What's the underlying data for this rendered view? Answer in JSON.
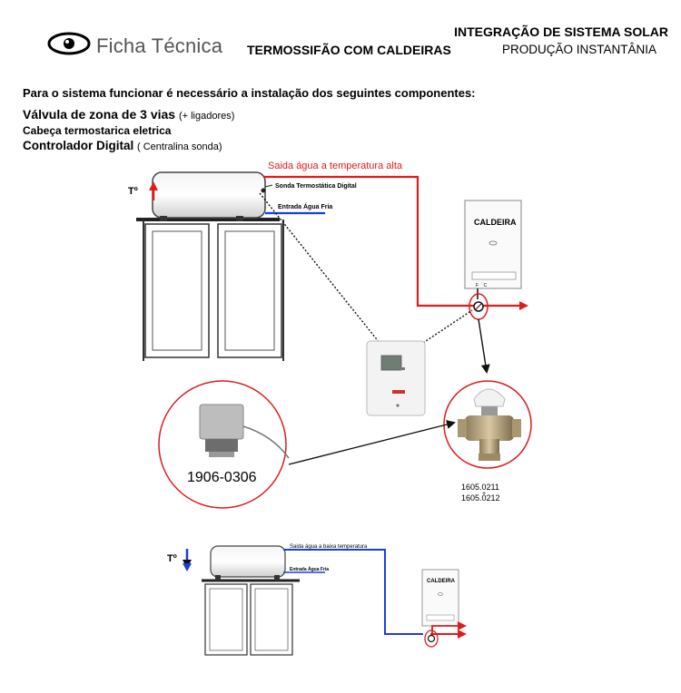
{
  "header": {
    "logo_text": "Ficha Técnica",
    "title_line1": "INTEGRAÇÃO DE SISTEMA SOLAR",
    "title_line2": "TERMOSSIFÃO COM CALDEIRAS",
    "title_line2_suffix": "PRODUÇÃO INSTANTÂNIA"
  },
  "intro": "Para o sistema funcionar é necessário a instalação dos seguintes componentes:",
  "components": [
    {
      "name": "Válvula de zona de 3 vias",
      "note": "(+ ligadores)"
    },
    {
      "name": "Cabeça termostarica eletrica",
      "note": ""
    },
    {
      "name": "Controlador Digital",
      "note": "( Centralina sonda)"
    }
  ],
  "diagram_top": {
    "temp_label": "Tº",
    "hot_outlet": "Saida água a temperatura alta",
    "sensor_label": "Sonda Termostática Digital",
    "cold_inlet": "Entrada Água Fria",
    "boiler_label": "CALDEIRA",
    "boiler_ports": "F    C",
    "actuator_code": "1906-0306",
    "valve_codes": [
      "1605.0211",
      "1605.0212"
    ],
    "valve_plus": "+"
  },
  "diagram_bottom": {
    "temp_label": "Tº",
    "outlet": "Saida água a baixa temperatura",
    "cold_inlet": "Entrada Água Fria",
    "boiler_label": "CALDEIRA"
  },
  "colors": {
    "hot": "#e01b1b",
    "cold": "#1a3fd8",
    "dark": "#222222"
  }
}
